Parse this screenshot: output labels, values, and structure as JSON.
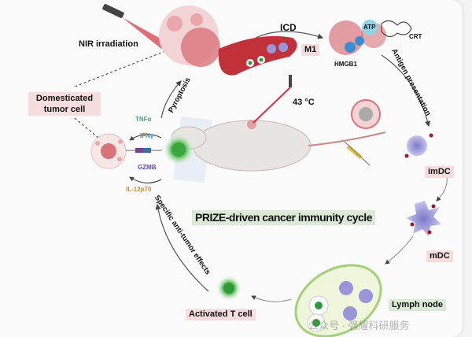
{
  "title": "PRIZE-driven cancer immunity cycle",
  "labels": {
    "nir": "NIR irradiation",
    "icd": "ICD",
    "m1": "M1",
    "atp": "ATP",
    "crt": "CRT",
    "hmgb1": "HMGB1",
    "antigen": "Antigen presentation",
    "temp": "43 °C",
    "imdc": "imDC",
    "mdc": "mDC",
    "lymph": "Lymph node",
    "tcell": "Activated T cell",
    "effects": "Specific anti-tumor effects",
    "domesticated": "Domesticated tumor cell",
    "pyroptosis": "Pyroptosis",
    "tnfa": "TNFα",
    "ifng": "IFNγ",
    "gzmb": "GZMB",
    "il12": "IL-12p70"
  },
  "watermark": "公众号 · 强耀科研服务",
  "colors": {
    "tumor": "#d9737a",
    "vessel": "#c0313a",
    "tcell": "#47b34a",
    "dc": "#9a94d8",
    "label_bg": "#f6dcdc",
    "title_bg": "#dbe9d6"
  }
}
